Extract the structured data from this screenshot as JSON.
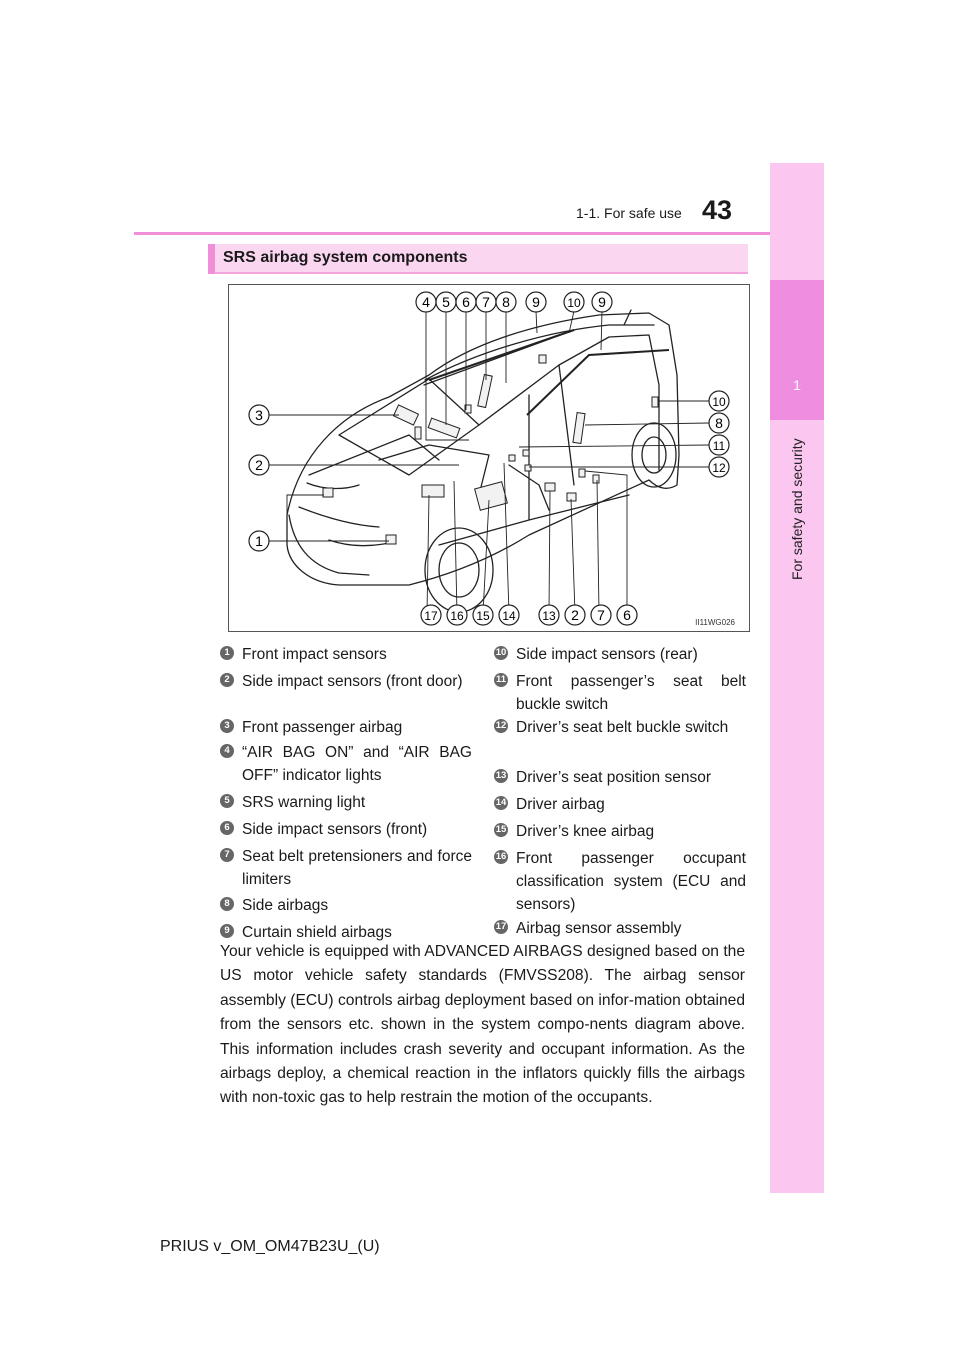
{
  "header": {
    "section": "1-1. For safe use",
    "page_number": "43"
  },
  "side_tab": {
    "chapter": "1",
    "title": "For safety and security"
  },
  "section_title": "SRS airbag system components",
  "figure": {
    "code": "II11WG026",
    "top_callouts": [
      "4",
      "5",
      "6",
      "7",
      "8",
      "9",
      "10",
      "9"
    ],
    "right_callouts": [
      "10",
      "8",
      "11",
      "12"
    ],
    "left_callouts": [
      "3",
      "2",
      "1"
    ],
    "bottom_callouts": [
      "17",
      "16",
      "15",
      "14",
      "13",
      "2",
      "7",
      "6"
    ]
  },
  "legend_left": [
    {
      "num": "1",
      "text": "Front impact sensors"
    },
    {
      "num": "2",
      "text": "Side impact sensors (front door)"
    },
    {
      "num": "3",
      "text": "Front passenger airbag"
    },
    {
      "num": "4",
      "text": "“AIR BAG ON” and “AIR BAG OFF” indicator lights"
    },
    {
      "num": "5",
      "text": "SRS warning light"
    },
    {
      "num": "6",
      "text": "Side impact sensors (front)"
    },
    {
      "num": "7",
      "text": "Seat belt pretensioners and force limiters"
    },
    {
      "num": "8",
      "text": "Side airbags"
    },
    {
      "num": "9",
      "text": "Curtain shield airbags"
    }
  ],
  "legend_right": [
    {
      "num": "10",
      "text": "Side impact sensors (rear)"
    },
    {
      "num": "11",
      "text": "Front passenger’s seat belt buckle switch"
    },
    {
      "num": "12",
      "text": "Driver’s seat belt buckle switch"
    },
    {
      "num": "13",
      "text": "Driver’s seat position sensor"
    },
    {
      "num": "14",
      "text": "Driver airbag"
    },
    {
      "num": "15",
      "text": "Driver’s knee airbag"
    },
    {
      "num": "16",
      "text": "Front passenger occupant classification system (ECU and sensors)"
    },
    {
      "num": "17",
      "text": "Airbag sensor assembly"
    }
  ],
  "body_text": "Your vehicle is equipped with ADVANCED AIRBAGS designed based on the US motor vehicle safety standards (FMVSS208). The airbag sensor assembly (ECU) controls airbag deployment based on infor-mation obtained from the sensors etc. shown in the system compo-nents diagram above. This information includes crash severity and occupant information. As the airbags deploy, a chemical reaction in the inflators quickly fills the airbags with non-toxic gas to help restrain the motion of the occupants.",
  "footer": "PRIUS v_OM_OM47B23U_(U)"
}
